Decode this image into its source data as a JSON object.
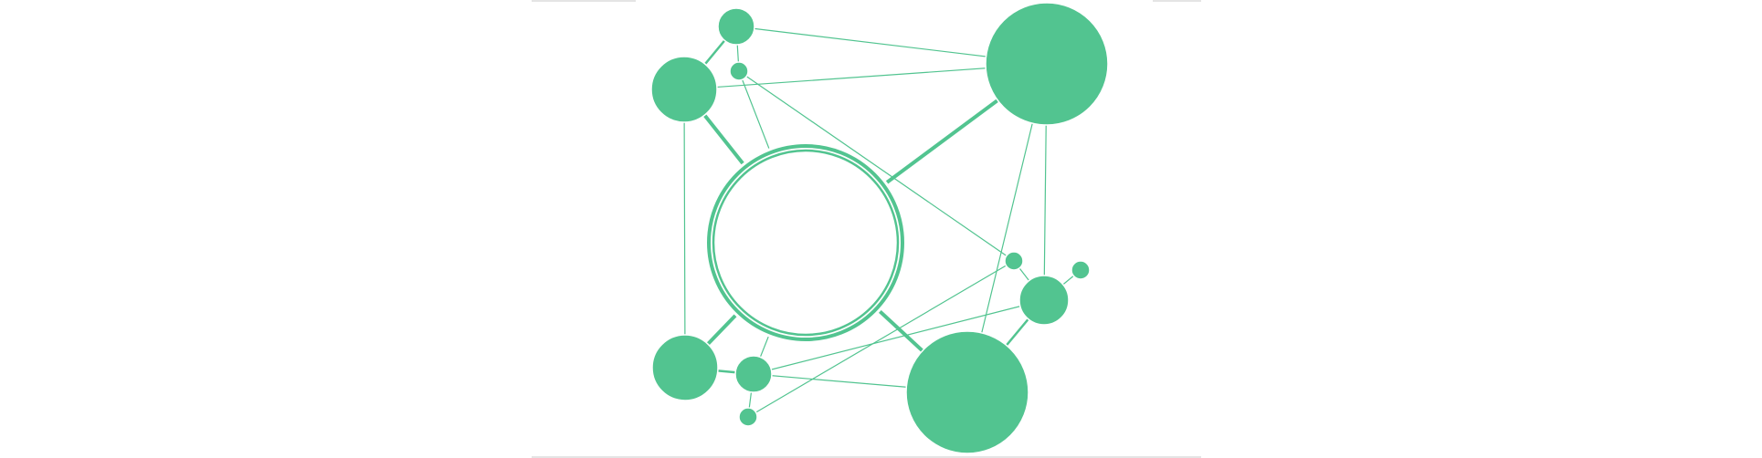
{
  "diagram": {
    "type": "network-graph",
    "color": "#52c490",
    "background": "#ffffff",
    "rule_color": "#c8c8c8",
    "nodes": [
      {
        "id": "hub",
        "style": "ring"
      },
      {
        "id": "top-right-large",
        "style": "filled"
      },
      {
        "id": "bottom-large",
        "style": "filled"
      },
      {
        "id": "left-upper",
        "style": "filled"
      },
      {
        "id": "left-lower",
        "style": "filled"
      },
      {
        "id": "top-small",
        "style": "filled"
      },
      {
        "id": "top-tiny",
        "style": "filled"
      },
      {
        "id": "right-medium",
        "style": "filled"
      },
      {
        "id": "right-tiny",
        "style": "filled"
      },
      {
        "id": "far-right-tiny",
        "style": "filled"
      },
      {
        "id": "bottom-left-medium",
        "style": "filled"
      },
      {
        "id": "bottom-left-tiny",
        "style": "filled"
      }
    ],
    "edges": [
      {
        "source": "hub",
        "target": "top-right-large",
        "weight": "heavy"
      },
      {
        "source": "hub",
        "target": "left-upper",
        "weight": "heavy"
      },
      {
        "source": "hub",
        "target": "left-lower",
        "weight": "heavy"
      },
      {
        "source": "hub",
        "target": "bottom-large",
        "weight": "heavy"
      },
      {
        "source": "hub",
        "target": "top-tiny",
        "weight": "light"
      },
      {
        "source": "hub",
        "target": "bottom-left-medium",
        "weight": "light"
      },
      {
        "source": "top-small",
        "target": "top-right-large",
        "weight": "light"
      },
      {
        "source": "top-small",
        "target": "left-upper",
        "weight": "medium"
      },
      {
        "source": "top-small",
        "target": "top-tiny",
        "weight": "light"
      },
      {
        "source": "left-upper",
        "target": "top-right-large",
        "weight": "light"
      },
      {
        "source": "left-upper",
        "target": "left-lower",
        "weight": "light"
      },
      {
        "source": "top-tiny",
        "target": "right-tiny",
        "weight": "light"
      },
      {
        "source": "top-right-large",
        "target": "right-medium",
        "weight": "light"
      },
      {
        "source": "top-right-large",
        "target": "bottom-large",
        "weight": "light"
      },
      {
        "source": "right-tiny",
        "target": "right-medium",
        "weight": "light"
      },
      {
        "source": "right-tiny",
        "target": "bottom-left-tiny",
        "weight": "light"
      },
      {
        "source": "right-medium",
        "target": "far-right-tiny",
        "weight": "light"
      },
      {
        "source": "right-medium",
        "target": "bottom-large",
        "weight": "medium"
      },
      {
        "source": "right-medium",
        "target": "bottom-left-medium",
        "weight": "light"
      },
      {
        "source": "left-lower",
        "target": "bottom-left-medium",
        "weight": "medium"
      },
      {
        "source": "bottom-left-medium",
        "target": "bottom-large",
        "weight": "light"
      },
      {
        "source": "bottom-left-medium",
        "target": "bottom-left-tiny",
        "weight": "light"
      }
    ]
  }
}
